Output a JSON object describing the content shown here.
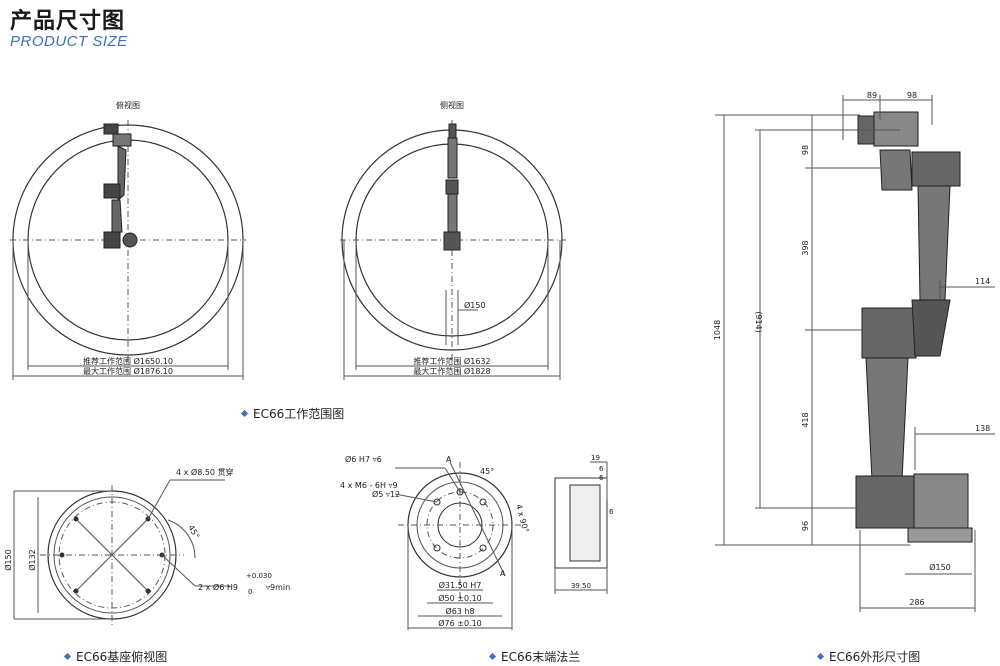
{
  "header": {
    "title": "产品尺寸图",
    "subtitle": "PRODUCT SIZE"
  },
  "views": {
    "top_label": "俯视图",
    "side_label": "侧视图"
  },
  "workspace": {
    "top": {
      "recommended": "推荐工作范围 Ø1650.10",
      "max": "最大工作范围 Ø1876.10"
    },
    "side": {
      "base_dia": "Ø150",
      "recommended": "推荐工作范围 Ø1632",
      "max": "最大工作范围 Ø1828"
    },
    "caption": "EC66工作范围图"
  },
  "base": {
    "holes": "4 x Ø8.50 贯穿",
    "angle": "45°",
    "dia_outer": "Ø150",
    "dia_bolt": "Ø132",
    "pin": "2 x Ø6 H9",
    "pin_tol": "+0.030",
    "pin_tol2": "0",
    "pin_depth": "▿9min",
    "caption": "EC66基座俯视图"
  },
  "flange": {
    "pin_hole": "Ø6 H7 ▿6",
    "thread": "4 x  M6 - 6H ▿9",
    "counter": "Ø5 ▿12",
    "label_a": "A",
    "angle": "45°",
    "bolt_circle": "4 x 90°",
    "d1": "Ø31.50 H7",
    "d2": "Ø50 ±0.10",
    "d3": "Ø63 h8",
    "d4": "Ø76 ±0.10",
    "sec_19": "19",
    "sec_6a": "6",
    "sec_6b": "6",
    "sec_6c": "6",
    "sec_width": "39.50",
    "caption": "EC66末端法兰"
  },
  "arm": {
    "d89": "89",
    "d98": "98",
    "d98v": "98",
    "d398": "398",
    "d1048": "1048",
    "d914": "(914)",
    "d114": "114",
    "d418": "418",
    "d138": "138",
    "d96": "96",
    "base_dia": "Ø150",
    "d286": "286",
    "caption": "EC66外形尺寸图"
  }
}
